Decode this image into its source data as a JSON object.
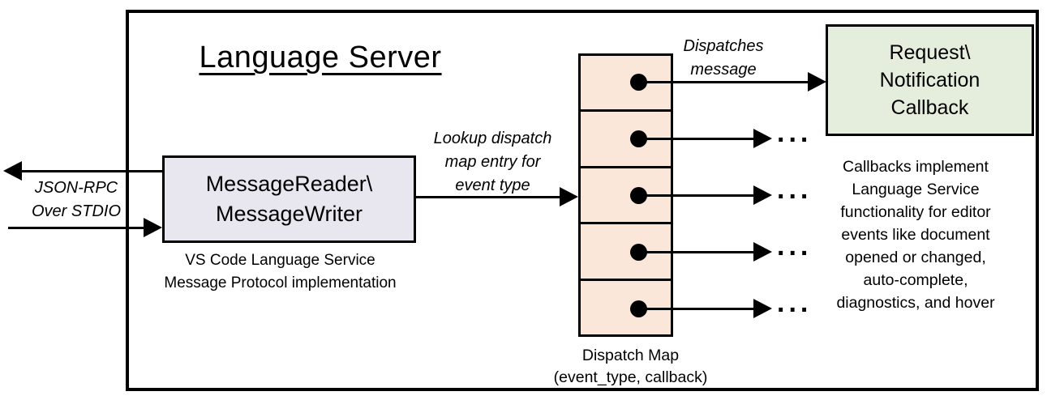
{
  "diagram_title": "Language Server",
  "io": {
    "label": "JSON-RPC\nOver STDIO"
  },
  "message_box": {
    "label": "MessageReader\\\nMessageWriter",
    "caption": "VS Code Language Service\nMessage Protocol implementation"
  },
  "lookup_arrow": {
    "label": "Lookup dispatch\nmap entry for\nevent type"
  },
  "dispatch_arrow": {
    "label": "Dispatches\nmessage"
  },
  "dispatch_map": {
    "caption": "Dispatch Map\n(event_type, callback)",
    "row_count": 5,
    "ellipsis": "..."
  },
  "callback_box": {
    "label": "Request\\\nNotification\nCallback"
  },
  "callbacks_note": "Callbacks implement\nLanguage Service\nfunctionality for editor\nevents like document\nopened or changed,\nauto-complete,\ndiagnostics, and hover",
  "colors": {
    "message_box_fill": "#e8e7f0",
    "dispatch_map_fill": "#fbe7d9",
    "callback_box_fill": "#e5eedd",
    "line": "#000000"
  }
}
